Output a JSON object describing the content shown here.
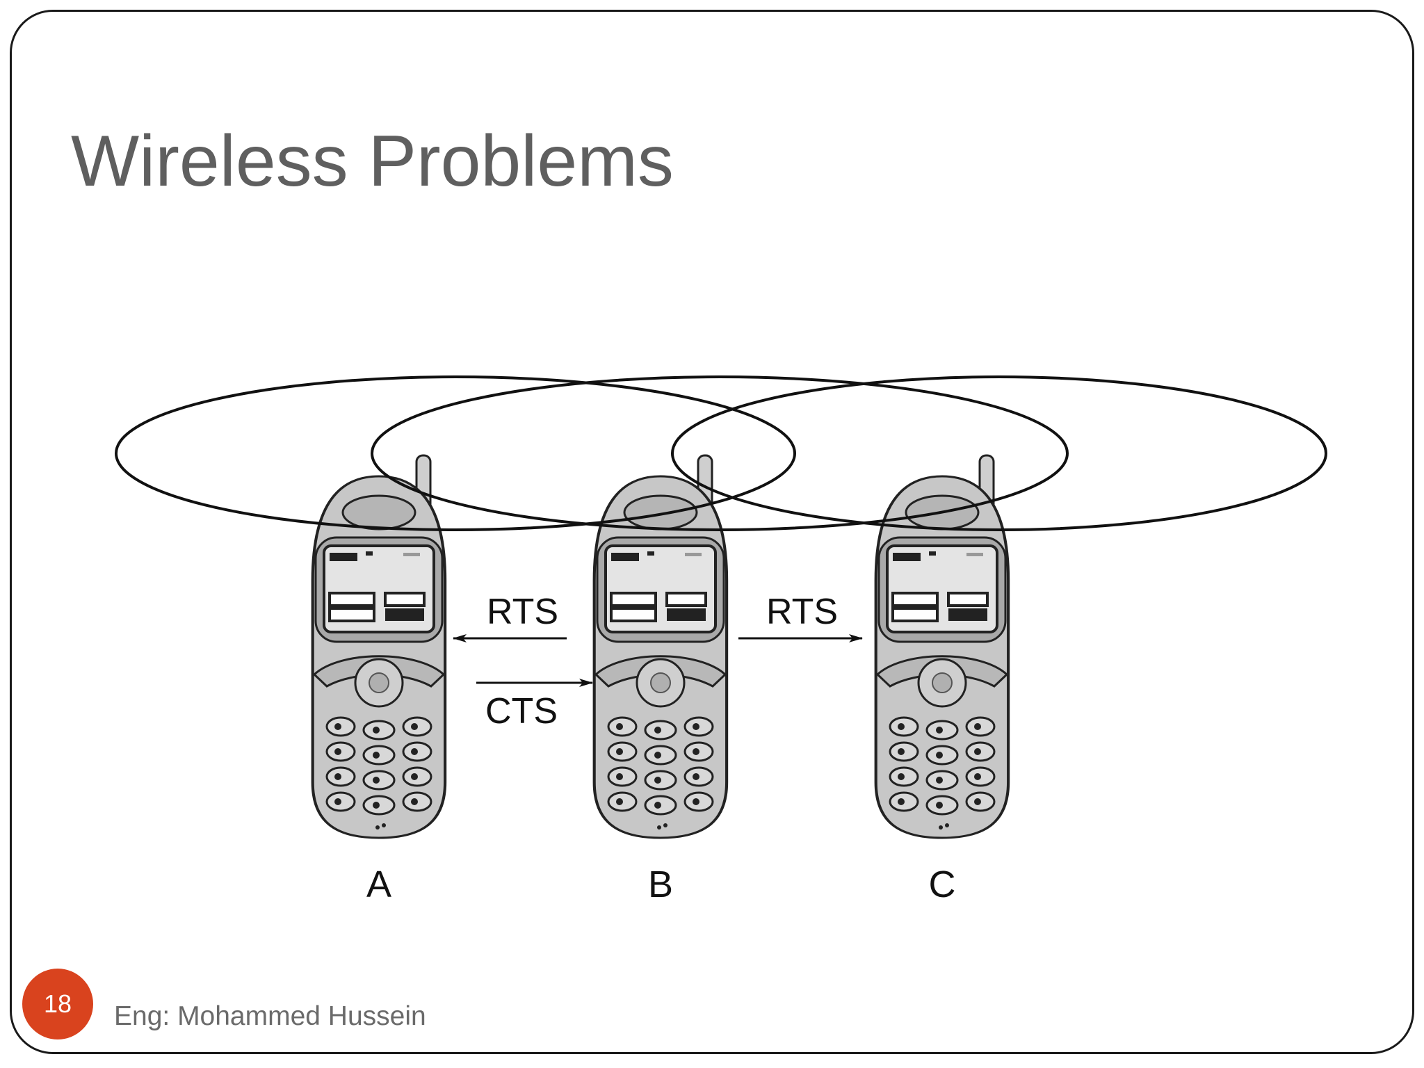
{
  "slide": {
    "title": "Wireless Problems",
    "page_number": "18",
    "footer": "Eng: Mohammed Hussein"
  },
  "diagram": {
    "nodes": [
      {
        "id": "A",
        "label": "A"
      },
      {
        "id": "B",
        "label": "B"
      },
      {
        "id": "C",
        "label": "C"
      }
    ],
    "messages": [
      {
        "label": "RTS",
        "from": "B",
        "to": "A"
      },
      {
        "label": "CTS",
        "from": "A",
        "to": "B"
      },
      {
        "label": "RTS",
        "from": "B",
        "to": "C"
      }
    ]
  }
}
